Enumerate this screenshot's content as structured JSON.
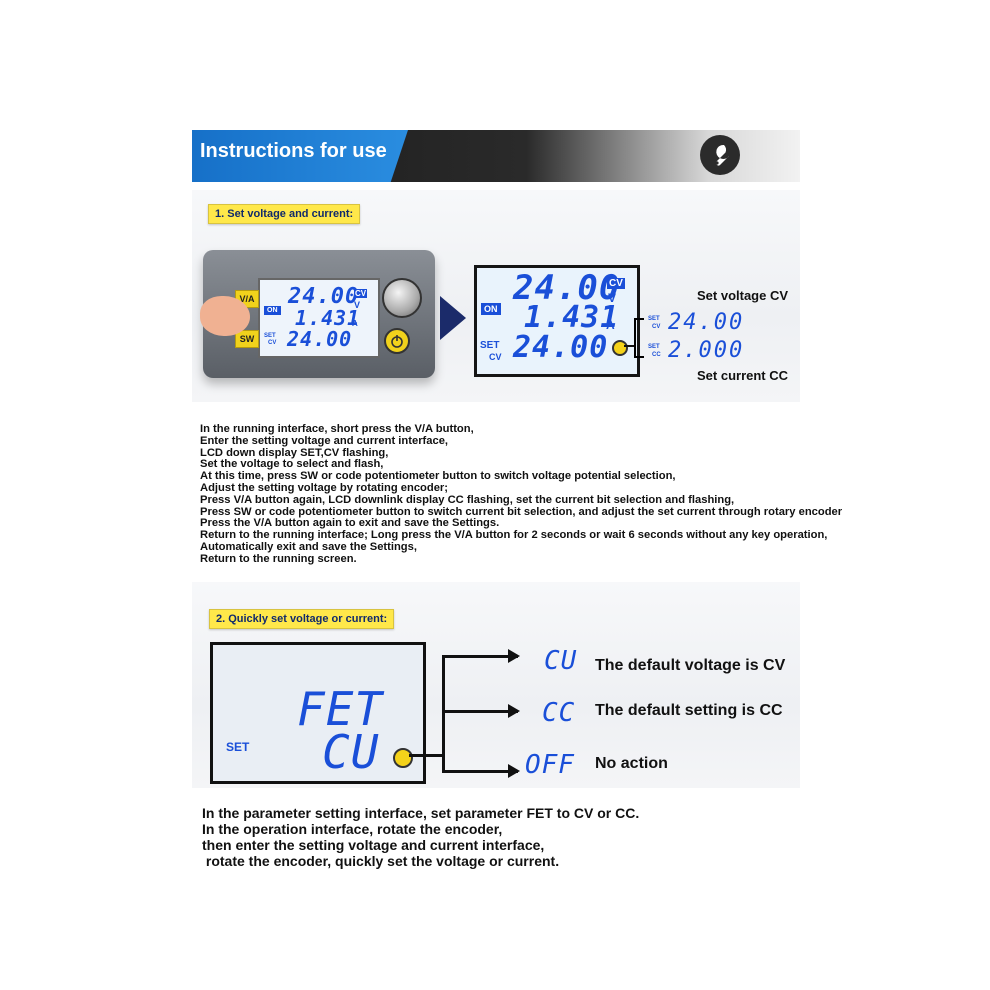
{
  "header": {
    "title": "Instructions for use",
    "icon": "wrench-icon"
  },
  "step1": {
    "tag": "1. Set voltage and current:",
    "device": {
      "btn_va": "V/A",
      "btn_sw": "SW",
      "on": "ON",
      "line1": "24.00",
      "line1_unit": "V",
      "line1_tag": "CV",
      "line2": "1.431",
      "line2_unit": "A",
      "set": "SET",
      "cv": "CV",
      "line3": "24.00"
    },
    "lcd": {
      "on": "ON",
      "line1": "24.00",
      "line1_tag": "CV",
      "line1_unit": "V",
      "line2": "1.431",
      "line2_unit": "A",
      "set": "SET",
      "cv": "CV",
      "line3": "24.00"
    },
    "outputs": [
      {
        "set": "SET",
        "mode": "CV",
        "value": "24.00"
      },
      {
        "set": "SET",
        "mode": "CC",
        "value": "2.000"
      }
    ],
    "label_voltage": "Set voltage CV",
    "label_current": "Set current CC",
    "paragraph": [
      "In the running interface, short press the V/A button,",
      "Enter the setting voltage and current interface,",
      "LCD down display SET,CV flashing,",
      "Set the voltage to select and flash,",
      "At this time, press SW or code potentiometer button to switch voltage potential selection,",
      "Adjust the setting voltage by rotating encoder;",
      "Press V/A button again, LCD downlink display CC flashing, set the current bit selection and flashing,",
      "Press SW or code potentiometer button to switch current bit selection, and adjust the set current through rotary encoder",
      "Press the V/A button again to exit and save the Settings.",
      "Return to the running interface; Long press the V/A button for 2 seconds or wait 6 seconds without any key operation,",
      "Automatically exit and save the Settings,",
      "Return to the running screen."
    ]
  },
  "step2": {
    "tag": "2. Quickly set voltage or current:",
    "lcd": {
      "line1": "FET",
      "set": "SET",
      "line2": "CU"
    },
    "options": [
      {
        "code": "CU",
        "label": "The default voltage is CV"
      },
      {
        "code": "CC",
        "label": "The default setting is CC"
      },
      {
        "code": "OFF",
        "label": "No action"
      }
    ],
    "paragraph": [
      "In the parameter setting interface, set parameter FET to CV or CC.",
      "In the operation interface, rotate the encoder,",
      "then enter the setting voltage and current interface,",
      " rotate the encoder, quickly set the voltage or current."
    ]
  }
}
